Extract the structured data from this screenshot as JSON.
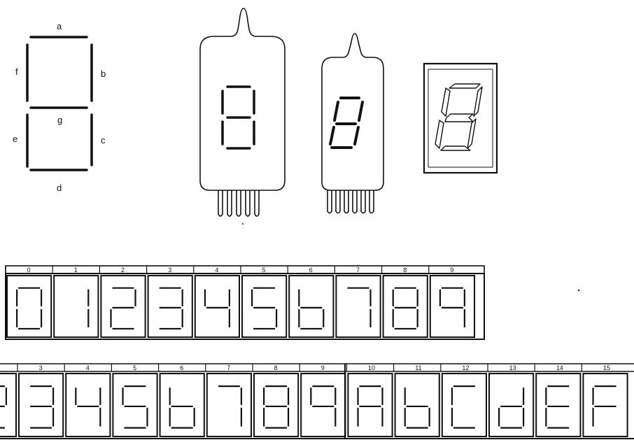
{
  "diagram": {
    "segment_labels": {
      "a": "a",
      "b": "b",
      "c": "c",
      "d": "d",
      "e": "e",
      "f": "f",
      "g": "g"
    },
    "row1": {
      "header_numbers": [
        "0",
        "1",
        "2",
        "3",
        "4",
        "5",
        "6",
        "7",
        "8",
        "9"
      ],
      "digits": [
        "0",
        "1",
        "2",
        "3",
        "4",
        "5",
        "6",
        "7",
        "8",
        "9"
      ]
    },
    "row2": {
      "header_numbers": [
        "3",
        "4",
        "5",
        "6",
        "7",
        "8",
        "9",
        "10",
        "11",
        "12",
        "13",
        "14",
        "15"
      ],
      "glyphs": [
        "3",
        "4",
        "5",
        "6",
        "7",
        "8",
        "9",
        "A",
        "b",
        "C",
        "d",
        "E",
        "F"
      ]
    },
    "line_color": "#111111"
  }
}
